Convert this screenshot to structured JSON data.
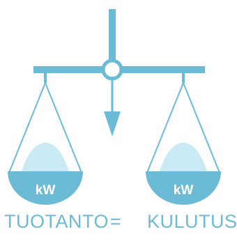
{
  "scale": {
    "left_pan_label": "kW",
    "right_pan_label": "kW"
  },
  "caption": {
    "left": "TUOTANTO",
    "equals": "=",
    "right": "KULUTUS"
  },
  "colors": {
    "primary": "#6bbad6",
    "light": "#c9eaf4",
    "label": "#ffffff"
  },
  "icons": {
    "pivot": "pivot-ring-icon",
    "arrow": "arrow-down-icon"
  }
}
